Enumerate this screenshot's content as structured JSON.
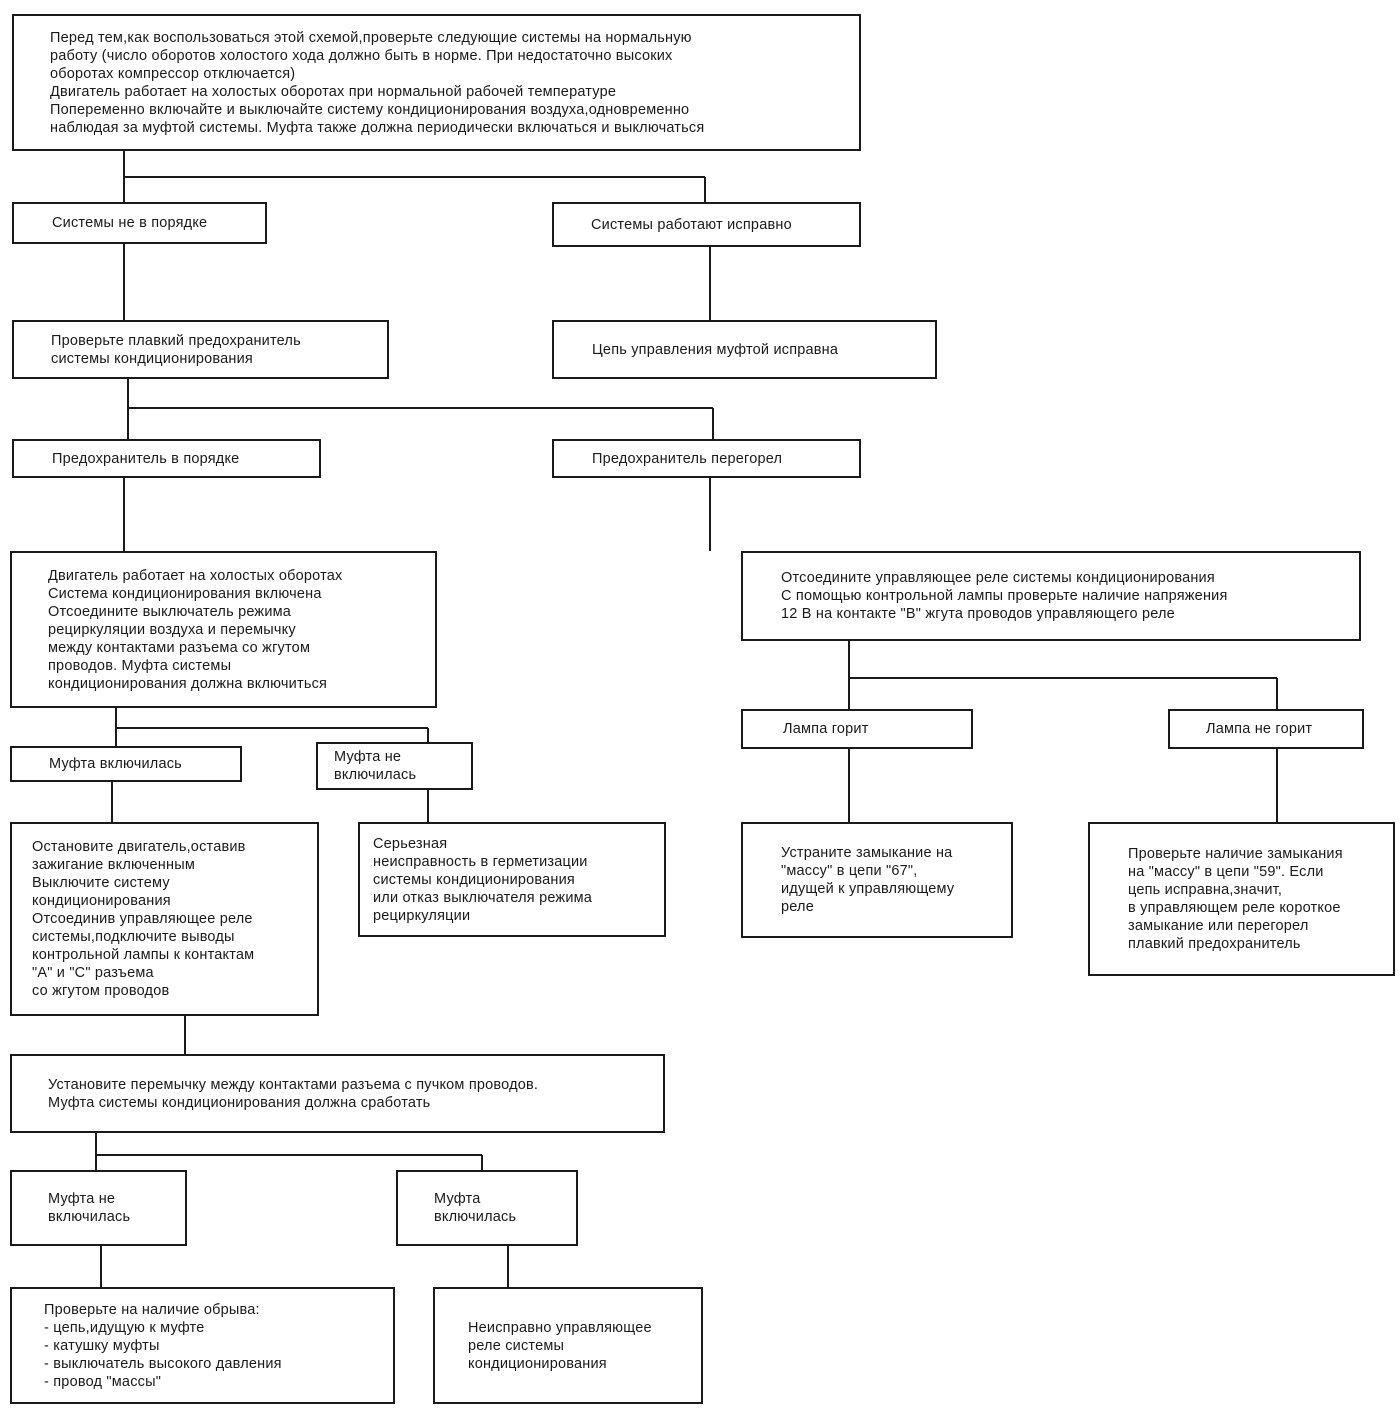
{
  "flowchart": {
    "boxes": {
      "start": [
        "Перед тем,как воспользоваться этой схемой,проверьте следующие системы на нормальную",
        "работу (число оборотов холостого хода должно быть в норме. При недостаточно высоких",
        "оборотах компрессор отключается)",
        "Двигатель работает на холостых оборотах при нормальной рабочей температуре",
        "Попеременно включайте и выключайте систему кондиционирования воздуха,одновременно",
        "наблюдая за муфтой системы. Муфта также должна периодически включаться и выключаться"
      ],
      "systems_bad": [
        "Системы не в порядке"
      ],
      "systems_ok": [
        "Системы работают исправно"
      ],
      "check_fuse": [
        "Проверьте плавкий предохранитель",
        "системы кондиционирования"
      ],
      "clutch_circuit_ok": [
        "Цепь управления муфтой исправна"
      ],
      "fuse_ok": [
        "Предохранитель в порядке"
      ],
      "fuse_blown": [
        "Предохранитель перегорел"
      ],
      "engine_idle": [
        "Двигатель работает на холостых оборотах",
        "Система кондиционирования включена",
        "Отсоедините выключатель режима",
        "рециркуляции воздуха и перемычку",
        "между контактами разъема со жгутом",
        "проводов. Муфта системы",
        "кондиционирования должна включиться"
      ],
      "disconnect_relay": [
        "Отсоедините управляющее реле системы кондиционирования",
        "С помощью контрольной лампы проверьте наличие напряжения",
        "12 В на контакте \"В\" жгута проводов управляющего реле"
      ],
      "clutch_on_1": [
        "Муфта включилась"
      ],
      "clutch_off_1": [
        "Муфта не",
        "включилась"
      ],
      "lamp_on": [
        "Лампа горит"
      ],
      "lamp_off": [
        "Лампа не горит"
      ],
      "stop_engine": [
        "Остановите двигатель,оставив",
        "зажигание включенным",
        "Выключите систему",
        "кондиционирования",
        "Отсоединив управляющее реле",
        "системы,подключите выводы",
        "контрольной лампы к контактам",
        "\"А\" и \"С\" разъема",
        "со жгутом проводов"
      ],
      "serious_fault": [
        "Серьезная",
        "неисправность в герметизации",
        "системы кондиционирования",
        "или отказ выключателя режима",
        " рециркуляции"
      ],
      "fix_short_67": [
        "Устраните замыкание на",
        "\"массу\" в цепи \"67\",",
        "идущей к управляющему",
        "реле"
      ],
      "check_short_59": [
        "Проверьте наличие замыкания",
        "на \"массу\" в цепи \"59\". Если",
        "цепь исправна,значит,",
        "в управляющем реле короткое",
        "замыкание или перегорел",
        "плавкий предохранитель"
      ],
      "install_jumper": [
        "Установите перемычку между контактами разъема с  пучком проводов.",
        "Муфта системы кондиционирования должна сработать"
      ],
      "clutch_off_2": [
        "Муфта не",
        "включилась"
      ],
      "clutch_on_2": [
        "Муфта",
        "включилась"
      ],
      "check_break": [
        "Проверьте на наличие обрыва:",
        "- цепь,идущую к муфте",
        "- катушку муфты",
        "- выключатель высокого давления",
        "- провод \"массы\""
      ],
      "relay_faulty": [
        "Неисправно управляющее",
        "реле системы",
        "кондиционирования"
      ]
    }
  }
}
